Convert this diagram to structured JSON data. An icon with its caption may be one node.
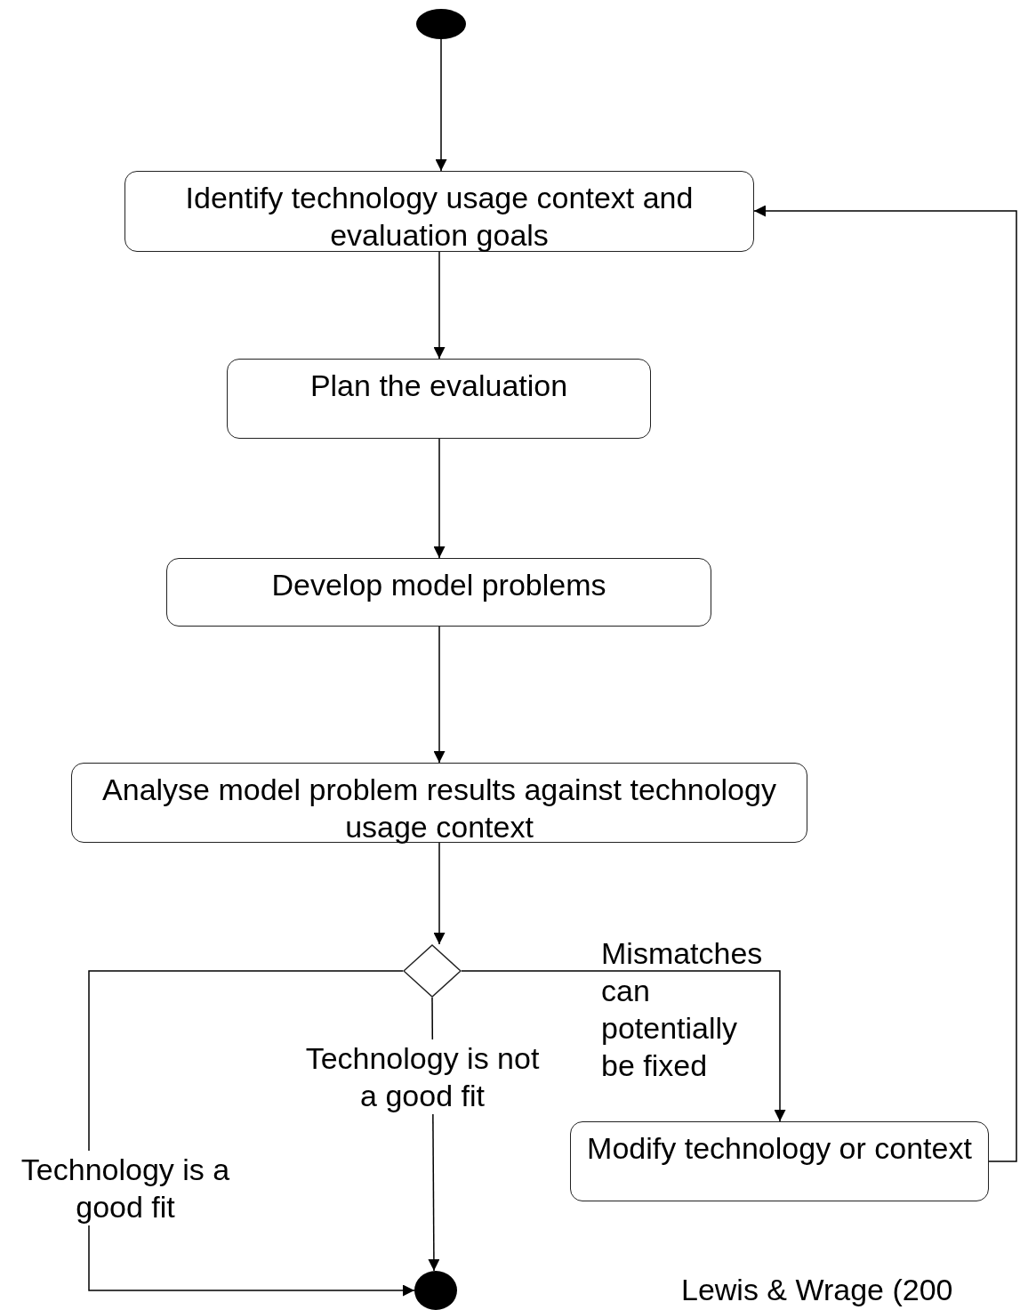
{
  "diagram": {
    "nodes": [
      {
        "text": [],
        "shape": "circle"
      },
      {
        "text": [
          "Identify technology usage context and evaluation goals"
        ]
      },
      {
        "text": [
          "Plan the evaluation"
        ]
      },
      {
        "text": [
          "Develop model problems"
        ]
      },
      {
        "text": [
          "Analyse model problem results against technology usage context"
        ]
      },
      {
        "text": [],
        "shape": "diamond"
      },
      {
        "text": [
          "Modify technology or context"
        ]
      },
      {
        "text": [],
        "shape": "circle"
      }
    ],
    "edges": [
      {
        "from": 0,
        "to": 1,
        "arrow": "to"
      },
      {
        "from": 1,
        "to": 2,
        "arrow": "to"
      },
      {
        "from": 2,
        "to": 3,
        "arrow": "to"
      },
      {
        "from": 3,
        "to": 4,
        "arrow": "to"
      },
      {
        "from": 4,
        "to": 5,
        "arrow": "to"
      },
      {
        "from": 5,
        "to": 7,
        "arrow": "to",
        "label": "Technology is a good fit"
      },
      {
        "from": 5,
        "to": 7,
        "arrow": "to",
        "label": "Technology is not a good fit"
      },
      {
        "from": 5,
        "to": 6,
        "arrow": "to",
        "label": "Mismatches can potentially be fixed"
      },
      {
        "from": 6,
        "to": 1,
        "arrow": "to"
      }
    ],
    "labels": [
      "Lewis & Wrage (200"
    ]
  }
}
